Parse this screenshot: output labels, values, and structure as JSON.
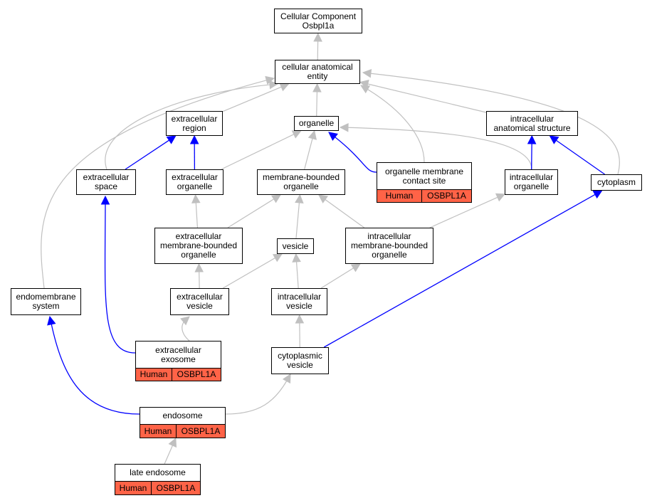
{
  "colors": {
    "grey_edge": "#c0c0c0",
    "blue_edge": "#0000ff",
    "annotation_fill": "#ff6347"
  },
  "nodes": [
    {
      "id": "root",
      "label": "Cellular Component\nOsbpl1a"
    },
    {
      "id": "cae",
      "label": "cellular anatomical\nentity"
    },
    {
      "id": "er",
      "label": "extracellular\nregion"
    },
    {
      "id": "org",
      "label": "organelle"
    },
    {
      "id": "ias",
      "label": "intracellular\nanatomical structure"
    },
    {
      "id": "es",
      "label": "extracellular\nspace"
    },
    {
      "id": "eo",
      "label": "extracellular\norganelle"
    },
    {
      "id": "mbo",
      "label": "membrane-bounded\norganelle"
    },
    {
      "id": "omcs",
      "label": "organelle membrane\ncontact site",
      "species": "Human",
      "gene": "OSBPL1A"
    },
    {
      "id": "io",
      "label": "intracellular\norganelle"
    },
    {
      "id": "cyto",
      "label": "cytoplasm"
    },
    {
      "id": "embo",
      "label": "extracellular\nmembrane-bounded\norganelle"
    },
    {
      "id": "ves",
      "label": "vesicle"
    },
    {
      "id": "imbo",
      "label": "intracellular\nmembrane-bounded\norganelle"
    },
    {
      "id": "ems",
      "label": "endomembrane\nsystem"
    },
    {
      "id": "ev",
      "label": "extracellular\nvesicle"
    },
    {
      "id": "iv",
      "label": "intracellular\nvesicle"
    },
    {
      "id": "exo",
      "label": "extracellular\nexosome",
      "species": "Human",
      "gene": "OSBPL1A"
    },
    {
      "id": "cv",
      "label": "cytoplasmic\nvesicle"
    },
    {
      "id": "endo",
      "label": "endosome",
      "species": "Human",
      "gene": "OSBPL1A"
    },
    {
      "id": "late",
      "label": "late endosome",
      "species": "Human",
      "gene": "OSBPL1A"
    }
  ],
  "edges": [
    {
      "from": "cae",
      "to": "root",
      "kind": "is_a"
    },
    {
      "from": "org",
      "to": "cae",
      "kind": "is_a"
    },
    {
      "from": "er",
      "to": "cae",
      "kind": "is_a"
    },
    {
      "from": "ias",
      "to": "cae",
      "kind": "is_a"
    },
    {
      "from": "es",
      "to": "cae",
      "kind": "is_a"
    },
    {
      "from": "omcs",
      "to": "cae",
      "kind": "is_a"
    },
    {
      "from": "cyto",
      "to": "cae",
      "kind": "is_a"
    },
    {
      "from": "ems",
      "to": "cae",
      "kind": "is_a"
    },
    {
      "from": "es",
      "to": "er",
      "kind": "part_of"
    },
    {
      "from": "eo",
      "to": "er",
      "kind": "part_of"
    },
    {
      "from": "eo",
      "to": "org",
      "kind": "is_a"
    },
    {
      "from": "mbo",
      "to": "org",
      "kind": "is_a"
    },
    {
      "from": "omcs",
      "to": "org",
      "kind": "part_of"
    },
    {
      "from": "io",
      "to": "org",
      "kind": "is_a"
    },
    {
      "from": "io",
      "to": "ias",
      "kind": "part_of"
    },
    {
      "from": "cyto",
      "to": "ias",
      "kind": "part_of"
    },
    {
      "from": "embo",
      "to": "eo",
      "kind": "is_a"
    },
    {
      "from": "embo",
      "to": "mbo",
      "kind": "is_a"
    },
    {
      "from": "ves",
      "to": "mbo",
      "kind": "is_a"
    },
    {
      "from": "imbo",
      "to": "mbo",
      "kind": "is_a"
    },
    {
      "from": "imbo",
      "to": "io",
      "kind": "is_a"
    },
    {
      "from": "ev",
      "to": "embo",
      "kind": "is_a"
    },
    {
      "from": "ev",
      "to": "ves",
      "kind": "is_a"
    },
    {
      "from": "iv",
      "to": "ves",
      "kind": "is_a"
    },
    {
      "from": "iv",
      "to": "imbo",
      "kind": "is_a"
    },
    {
      "from": "exo",
      "to": "ev",
      "kind": "is_a"
    },
    {
      "from": "exo",
      "to": "es",
      "kind": "part_of"
    },
    {
      "from": "cv",
      "to": "iv",
      "kind": "is_a"
    },
    {
      "from": "cv",
      "to": "cyto",
      "kind": "part_of"
    },
    {
      "from": "endo",
      "to": "cv",
      "kind": "is_a"
    },
    {
      "from": "endo",
      "to": "ems",
      "kind": "part_of"
    },
    {
      "from": "late",
      "to": "endo",
      "kind": "is_a"
    }
  ]
}
